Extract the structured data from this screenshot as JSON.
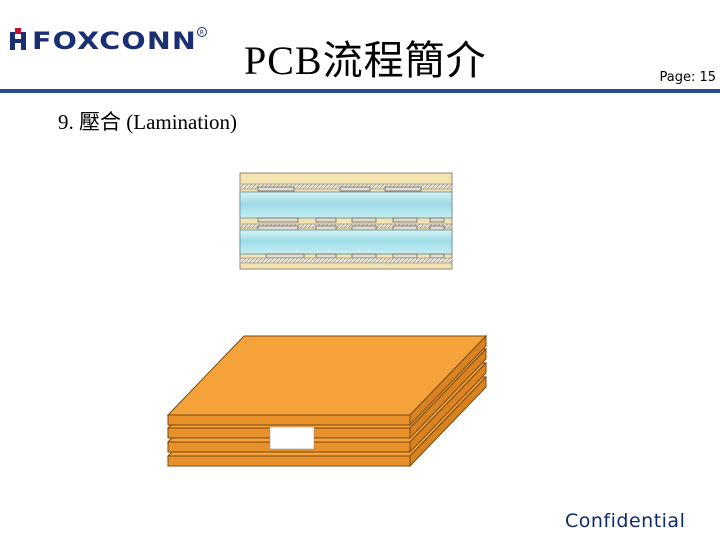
{
  "header": {
    "logo_text": "FOXCONN",
    "title": "PCB流程簡介",
    "page_label": "Page: 15"
  },
  "section": {
    "heading": "9. 壓合 (Lamination)"
  },
  "footer": {
    "confidential": "Confidential"
  },
  "colors": {
    "rule": "#2a4f8a",
    "core": "#aee6ee",
    "prepreg": "#f3e3b0",
    "copper": "#d9d4c6",
    "laminate": "#f5a23a",
    "logo": "#1a2f73",
    "logo_accent": "#c8102e"
  },
  "icons": [
    "foxconn-logo",
    "registered-mark"
  ]
}
